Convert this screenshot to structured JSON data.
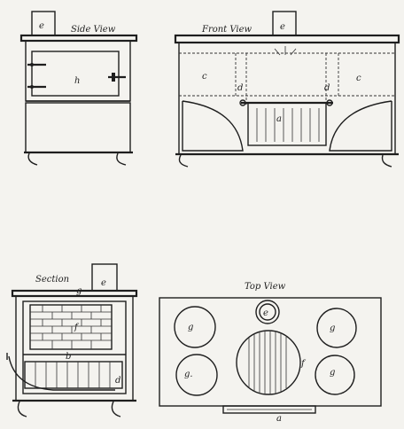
{
  "views": {
    "side": {
      "title": "Side View",
      "labels": {
        "e": "e",
        "h": "h"
      }
    },
    "front": {
      "title": "Front View",
      "labels": {
        "e": "e",
        "c_left": "c",
        "c_right": "c",
        "d_left": "d",
        "d_right": "d",
        "a": "a"
      }
    },
    "section": {
      "title": "Section",
      "labels": {
        "e": "e",
        "g": "g",
        "f": "f",
        "b": "b",
        "d": "d"
      }
    },
    "top": {
      "title": "Top View",
      "labels": {
        "e": "e",
        "g_tl": "g",
        "g_tr": "g",
        "g_bl": "g.",
        "g_br": "g",
        "f": "f",
        "a": "a"
      }
    }
  }
}
